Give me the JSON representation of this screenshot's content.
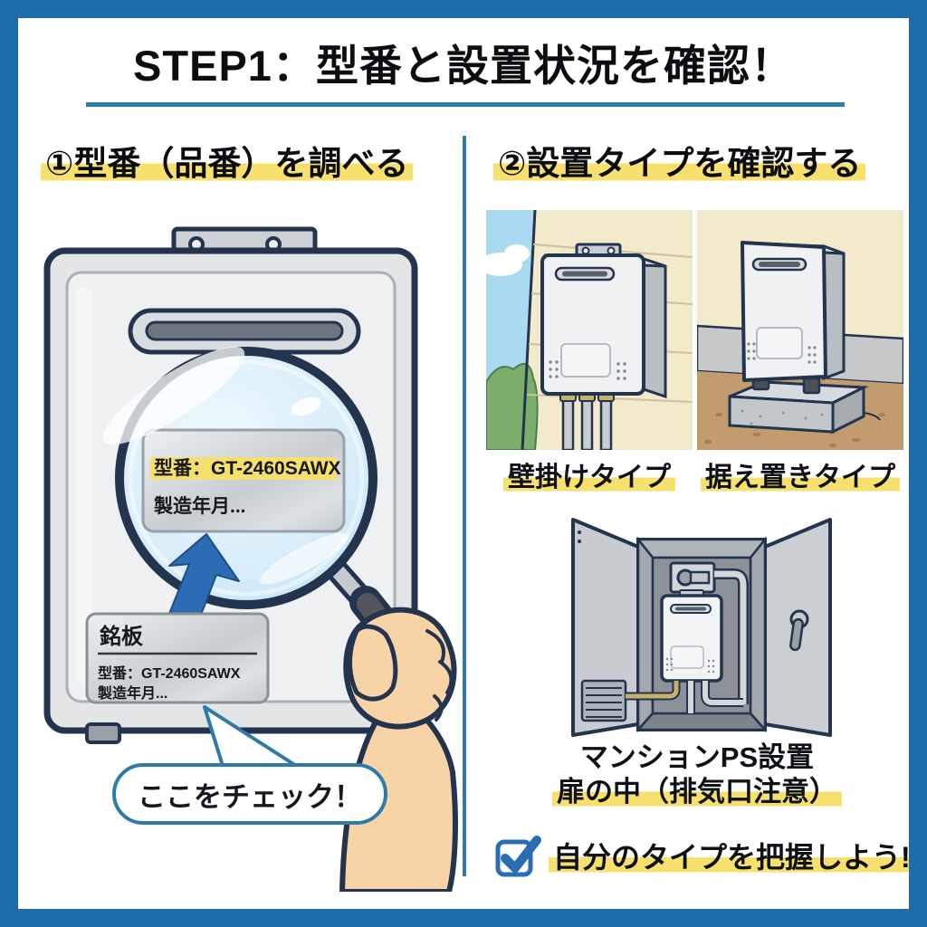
{
  "title": "STEP1：型番と設置状況を確認！",
  "left_panel": {
    "heading": "①型番（品番）を調べる",
    "magnifier_label": {
      "model": "型番：GT-2460SAWX",
      "mfg_date": "製造年月..."
    },
    "nameplate": {
      "title": "銘板",
      "model": "型番：GT-2460SAWX",
      "mfg_date": "製造年月..."
    },
    "speech_bubble": "ここをチェック！"
  },
  "right_panel": {
    "heading": "②設置タイプを確認する",
    "wall_mounted_label": "壁掛けタイプ",
    "floor_standing_label": "据え置きタイプ",
    "ps_caption_line1": "マンションPS設置",
    "ps_caption_line2": "扉の中（排気口注意）",
    "checklist_text": "自分のタイプを把握しよう!"
  },
  "icons": {
    "magnifier": "magnifier-icon",
    "pointer_arrow": "arrow-up-icon",
    "checkbox": "checkbox-check-icon"
  },
  "colors": {
    "frame_blue": "#1E6BAE",
    "accent_blue": "#2F7BA9",
    "highlight_yellow": "#F8E06E",
    "arrow_blue": "#2C6CB4",
    "check_blue": "#2C6CB4",
    "outline_navy": "#23344E"
  }
}
